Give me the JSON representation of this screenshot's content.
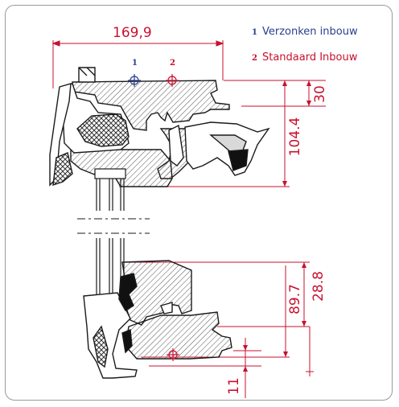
{
  "legend": {
    "item1": {
      "num": "1",
      "label": "Verzonken inbouw",
      "color": "#2a3f8f"
    },
    "item2": {
      "num": "2",
      "label": "Standaard Inbouw",
      "color": "#c8102e"
    }
  },
  "markers": {
    "m1": "1",
    "m2": "2"
  },
  "dimensions": {
    "width": "169,9",
    "top_short": "30",
    "top_height": "104.4",
    "bottom_inner": "28.8",
    "bottom_height": "89.7",
    "bottom_short": "11"
  },
  "colors": {
    "dimension": "#c8102e",
    "profile": "#1a1a1a",
    "hatch": "#4a4a4a",
    "marker_blue": "#2a3f8f"
  }
}
